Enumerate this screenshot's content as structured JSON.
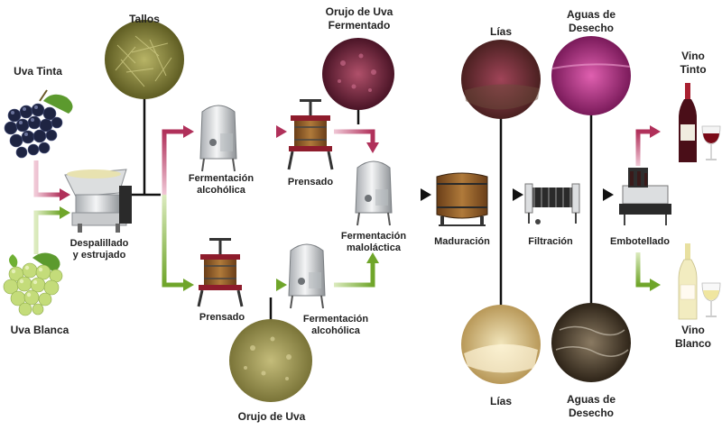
{
  "labels": {
    "uva_tinta": "Uva Tinta",
    "uva_blanca": "Uva Blanca",
    "tallos": "Tallos",
    "despalillado_1": "Despalillado",
    "despalillado_2": "y estrujado",
    "ferm_alc_top_1": "Fermentación",
    "ferm_alc_top_2": "alcohólica",
    "prensado_top": "Prensado",
    "orujo_fermentado_1": "Orujo de Uva",
    "orujo_fermentado_2": "Fermentado",
    "prensado_bottom": "Prensado",
    "ferm_alc_bottom_1": "Fermentación",
    "ferm_alc_bottom_2": "alcohólica",
    "orujo_uva": "Orujo de Uva",
    "ferm_malo_1": "Fermentación",
    "ferm_malo_2": "maloláctica",
    "maduracion": "Maduración",
    "lias_top": "Lías",
    "lias_bottom": "Lías",
    "aguas_top_1": "Aguas de",
    "aguas_top_2": "Desecho",
    "aguas_bottom_1": "Aguas de",
    "aguas_bottom_2": "Desecho",
    "filtracion": "Filtración",
    "embotellado": "Embotellado",
    "vino_tinto_1": "Vino",
    "vino_tinto_2": "Tinto",
    "vino_blanco_1": "Vino",
    "vino_blanco_2": "Blanco"
  },
  "colors": {
    "red_flow": "#b0305a",
    "green_flow": "#6fa52a",
    "black_flow": "#111111",
    "pomace_dark": "#7a2a40",
    "pomace_light": "#a8a05a",
    "stems": "#8c8a3a",
    "lees": "#d9c690",
    "waste_magenta": "#c02a8a",
    "waste_brown": "#5a4a38",
    "barrel_wood": "#8a5a2a",
    "steel": "#d4d6d8"
  }
}
